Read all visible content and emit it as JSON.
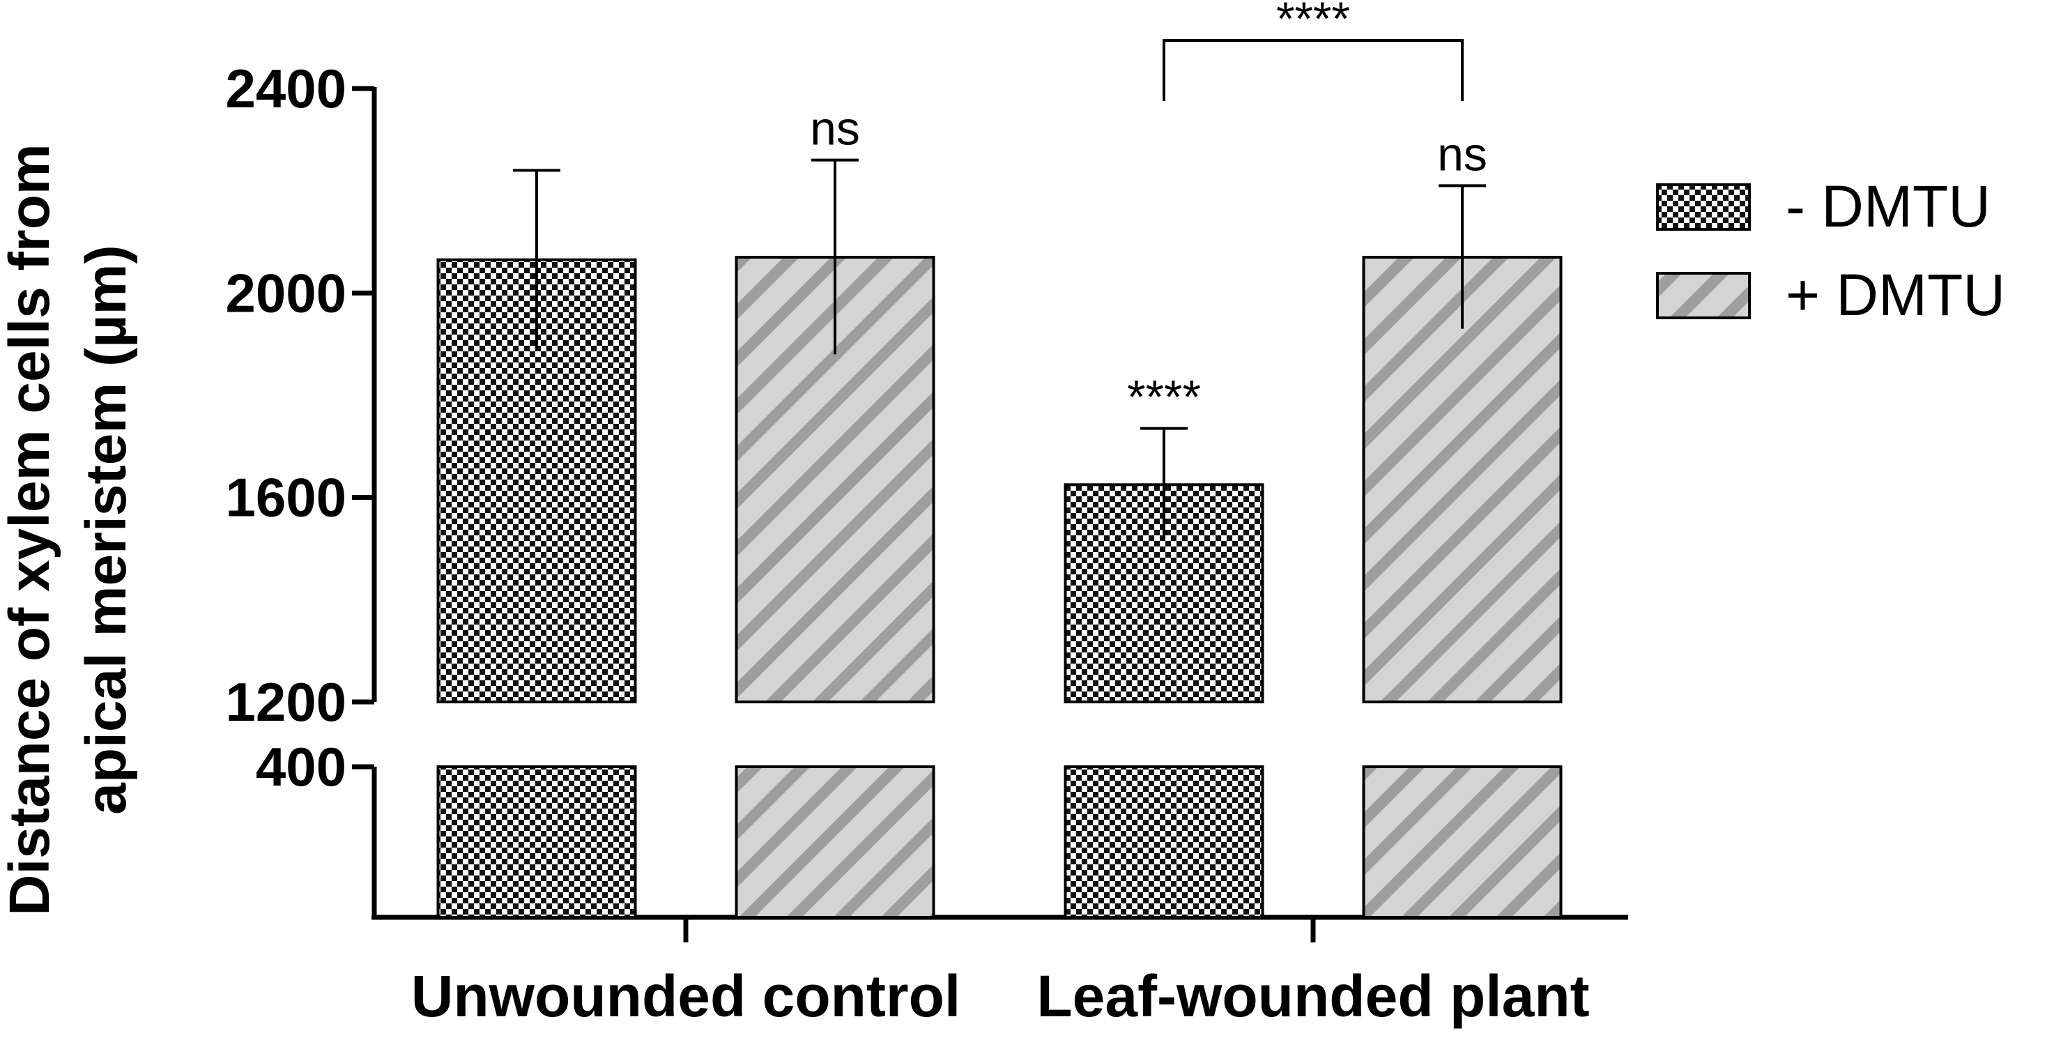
{
  "chart_data": {
    "type": "bar",
    "title": "",
    "ylabel_lines": [
      "Distance of xylem cells from",
      "apical meristem (µm)"
    ],
    "xlabel": "",
    "categories": [
      "Unwounded control",
      "Leaf-wounded plant"
    ],
    "series": [
      {
        "name": "- DMTU",
        "values": [
          2065,
          1625
        ],
        "errors": [
          175,
          110
        ],
        "pattern": "checker"
      },
      {
        "name": "+ DMTU",
        "values": [
          2070,
          2070
        ],
        "errors": [
          190,
          140
        ],
        "pattern": "diagonal"
      }
    ],
    "y_axis": {
      "broken": true,
      "lower_segment": [
        0,
        400
      ],
      "upper_segment": [
        1200,
        2400
      ],
      "tick_labels": [
        "400",
        "1200",
        "1600",
        "2000",
        "2400"
      ]
    },
    "annotations": {
      "bar_labels": [
        {
          "category": 0,
          "series": 1,
          "text": "ns"
        },
        {
          "category": 1,
          "series": 0,
          "text": "****"
        },
        {
          "category": 1,
          "series": 1,
          "text": "ns"
        }
      ],
      "bracket": {
        "category": 1,
        "from_series": 0,
        "to_series": 1,
        "text": "****"
      }
    },
    "legend": {
      "placement": "right"
    },
    "colors": {
      "bar_fill": "#d4d4d4",
      "stripe": "#9e9e9e",
      "checker_dark": "#111111",
      "checker_light": "#ffffff",
      "axis": "#000000"
    }
  }
}
